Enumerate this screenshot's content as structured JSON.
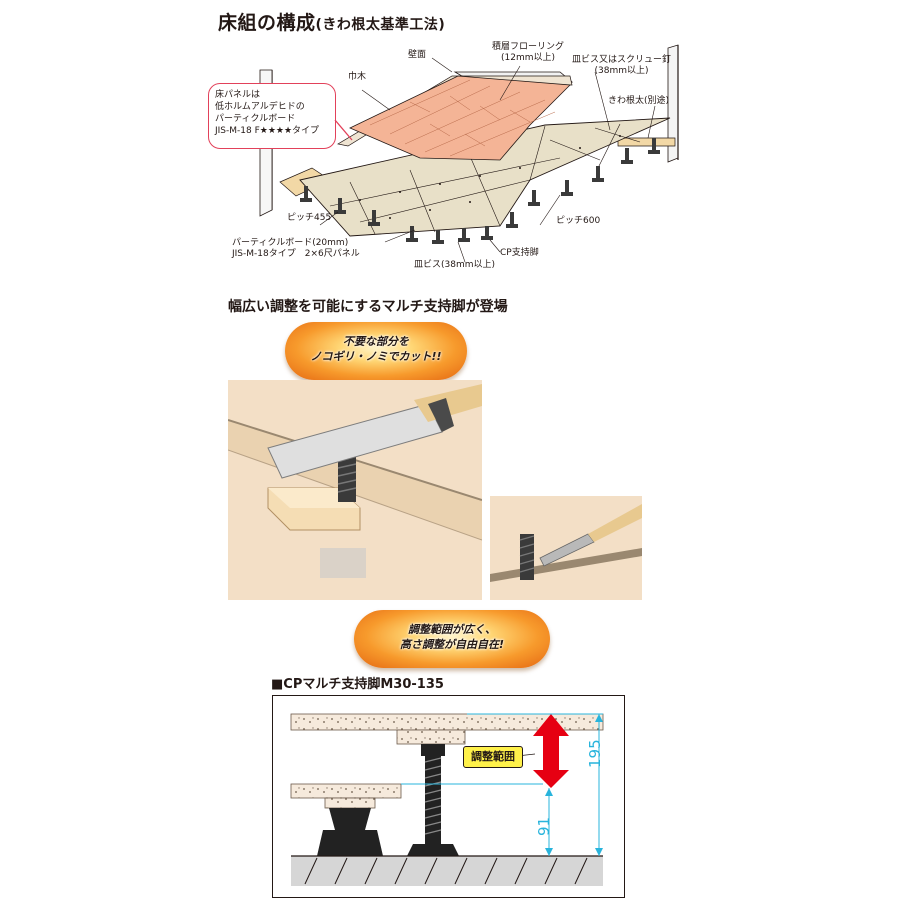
{
  "header": {
    "title": "床組の構成",
    "subtitle": "(きわ根太基準工法)"
  },
  "diagram_labels": {
    "wall": "壁面",
    "flooring_l1": "積層フローリング",
    "flooring_l2": "(12mm以上)",
    "screw_l1": "皿ビス又はスクリュー釘",
    "screw_l2": "(38mm以上)",
    "baseboard": "巾木",
    "edge_joist": "きわ根太(別途)",
    "pitch455": "ピッチ455",
    "pitch600": "ピッチ600",
    "particle_l1": "パーティクルボード(20mm)",
    "particle_l2": "JIS-M-18タイプ　2×6尺パネル",
    "cp_leg": "CP支持脚",
    "sara_screw": "皿ビス(38mm以上)"
  },
  "callout": {
    "l1": "床パネルは",
    "l2": "低ホルムアルデヒドの",
    "l3": "パーティクルボード",
    "l4": "JIS-M-18 F★★★★タイプ"
  },
  "headline": "幅広い調整を可能にするマルチ支持脚が登場",
  "pill1": {
    "l1": "不要な部分を",
    "l2": "ノコギリ・ノミでカット!!"
  },
  "pill2": {
    "l1": "調整範囲が広く、",
    "l2": "高さ調整が自由自在!"
  },
  "cp_section": {
    "title": "■CPマルチ支持脚M30-135",
    "range_label": "調整範囲",
    "dim_max": "195",
    "dim_min": "91"
  },
  "colors": {
    "flooring": "#f4b496",
    "panel": "#e8e0c8",
    "accent_red": "#e2415a",
    "orange": "#f08a24",
    "dim_cyan": "#28b4dc"
  },
  "icons": [
    "saw-icon",
    "chisel-icon",
    "double-arrow-icon"
  ]
}
